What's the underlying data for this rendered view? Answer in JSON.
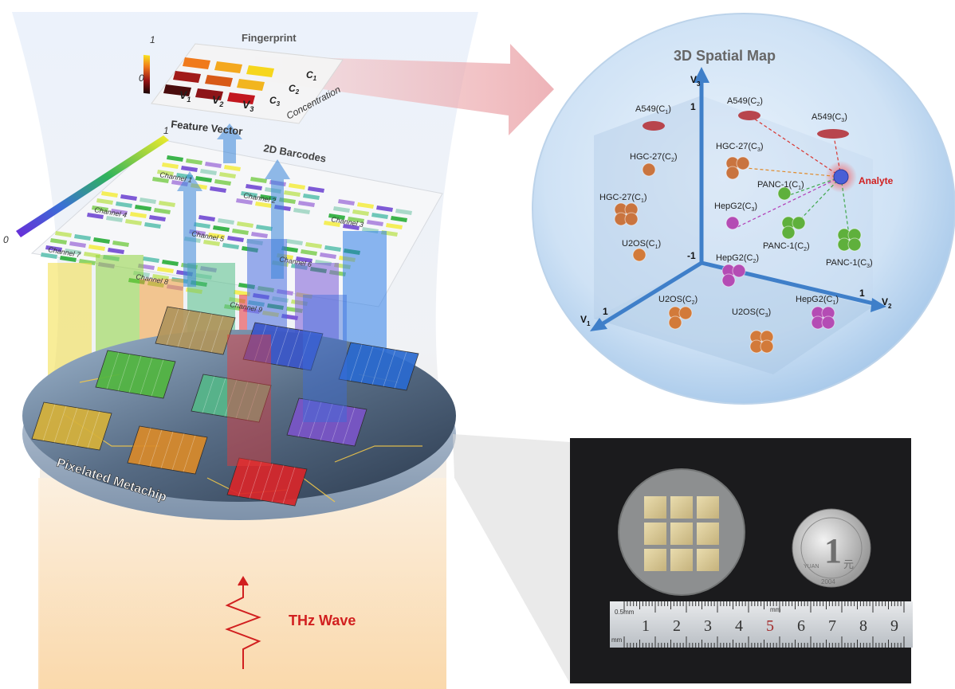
{
  "fingerprint": {
    "title": "Fingerprint",
    "scale_max": "1",
    "scale_min": "0",
    "col_labels": [
      "V",
      "V",
      "V"
    ],
    "col_subs": [
      "1",
      "2",
      "3"
    ],
    "row_labels": [
      "C",
      "C",
      "C"
    ],
    "row_subs": [
      "1",
      "2",
      "3"
    ],
    "axis_label": "Concentration",
    "cells": [
      [
        "#f07a1c",
        "#f4a81e",
        "#f6d61d"
      ],
      [
        "#a11a18",
        "#d85a17",
        "#f2b51f"
      ],
      [
        "#4a0c0c",
        "#8e1418",
        "#c2171f"
      ]
    ]
  },
  "feature_vector_label": "Feature Vector",
  "barcodes": {
    "title": "2D Barcodes",
    "scale_max": "1",
    "scale_min": "0",
    "channels": [
      "Channel 1",
      "Channel 2",
      "Channel 3",
      "Channel 4",
      "Channel 5",
      "Channel 6",
      "Channel 7",
      "Channel 8",
      "Channel 9"
    ]
  },
  "metachip_label": "Pixelated Metachip",
  "thz_label": "THz Wave",
  "spatial_map": {
    "title": "3D Spatial Map",
    "axes": {
      "v1": "V",
      "v1_sub": "1",
      "v2": "V",
      "v2_sub": "2",
      "v3": "V",
      "v3_sub": "3"
    },
    "ticks": {
      "v3_top": "1",
      "v3_bottom": "-1",
      "v1": "1",
      "v2": "1"
    },
    "analyte_label": "Analyte",
    "cells": [
      {
        "label": "A549(C",
        "sub": "1",
        "color": "#b8454d"
      },
      {
        "label": "A549(C",
        "sub": "2",
        "color": "#b8454d"
      },
      {
        "label": "A549(C",
        "sub": "3",
        "color": "#b8454d"
      },
      {
        "label": "HGC-27(C",
        "sub": "2",
        "color": "#c9743f"
      },
      {
        "label": "HGC-27(C",
        "sub": "3",
        "color": "#c9743f"
      },
      {
        "label": "HGC-27(C",
        "sub": "1",
        "color": "#c9743f"
      },
      {
        "label": "PANC-1(C",
        "sub": "1",
        "color": "#5fb03c"
      },
      {
        "label": "PANC-1(C",
        "sub": "2",
        "color": "#5fb03c"
      },
      {
        "label": "PANC-1(C",
        "sub": "3",
        "color": "#5fb03c"
      },
      {
        "label": "HepG2(C",
        "sub": "3",
        "color": "#b44cb4"
      },
      {
        "label": "HepG2(C",
        "sub": "2",
        "color": "#b44cb4"
      },
      {
        "label": "HepG2(C",
        "sub": "1",
        "color": "#b44cb4"
      },
      {
        "label": "U2OS(C",
        "sub": "1",
        "color": "#d27a3a"
      },
      {
        "label": "U2OS(C",
        "sub": "2",
        "color": "#d27a3a"
      },
      {
        "label": "U2OS(C",
        "sub": "3",
        "color": "#d27a3a"
      }
    ]
  },
  "photo": {
    "ruler_unit_top": "0.5mm",
    "ruler_unit_mid": "mm",
    "ruler_unit_bottom": "mm",
    "ruler_numbers": [
      "1",
      "2",
      "3",
      "4",
      "5",
      "6",
      "7",
      "8",
      "9"
    ],
    "coin_numeral": "1",
    "coin_char": "元",
    "coin_year": "2004",
    "coin_text": "YUAN"
  }
}
